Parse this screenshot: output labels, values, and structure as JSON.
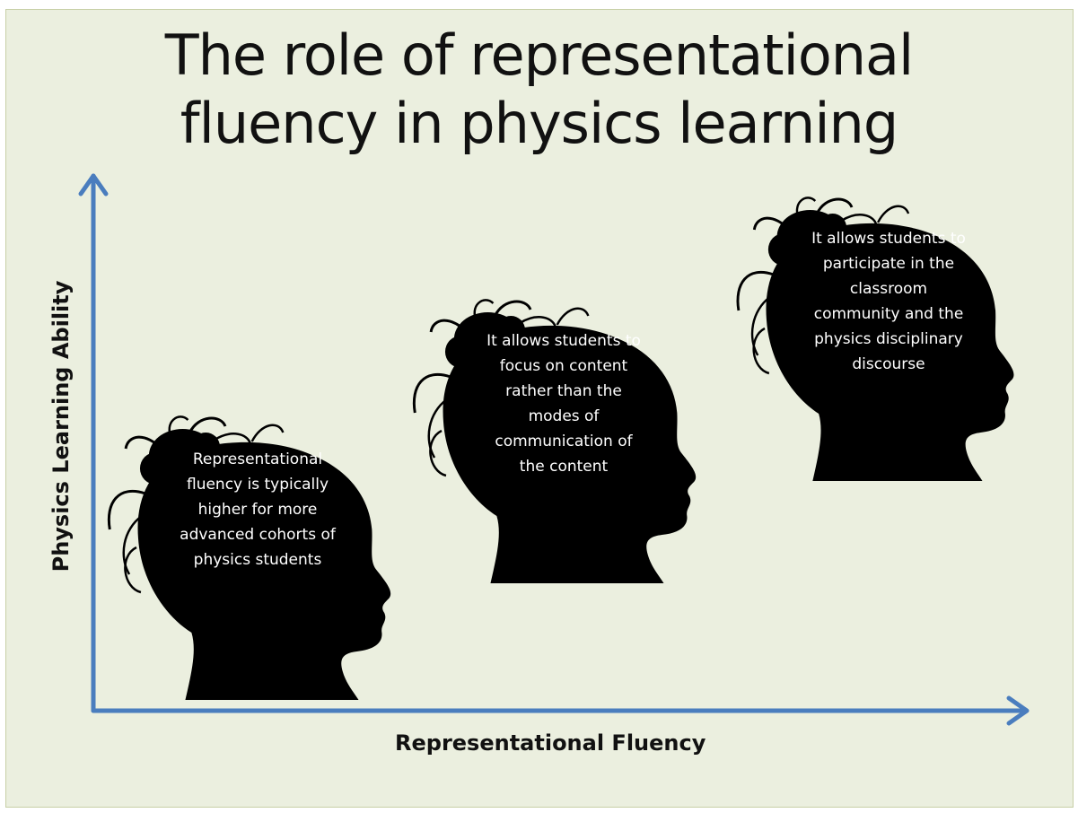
{
  "title": {
    "line1": "The role of representational",
    "line2": "fluency in physics learning"
  },
  "axes": {
    "x_label": "Representational Fluency",
    "y_label": "Physics Learning Ability",
    "color": "#4a7dbe"
  },
  "silhouette_color": "#000000",
  "steps": [
    {
      "lines": [
        "Representational",
        "fluency is typically",
        "higher for more",
        "advanced cohorts of",
        "physics students"
      ]
    },
    {
      "lines": [
        "It allows students to",
        "focus on content",
        "rather than the",
        "modes of",
        "communication of",
        "the content"
      ]
    },
    {
      "lines": [
        "It allows students to",
        "participate in the",
        "classroom",
        "community and the",
        "physics disciplinary",
        "discourse"
      ]
    }
  ]
}
